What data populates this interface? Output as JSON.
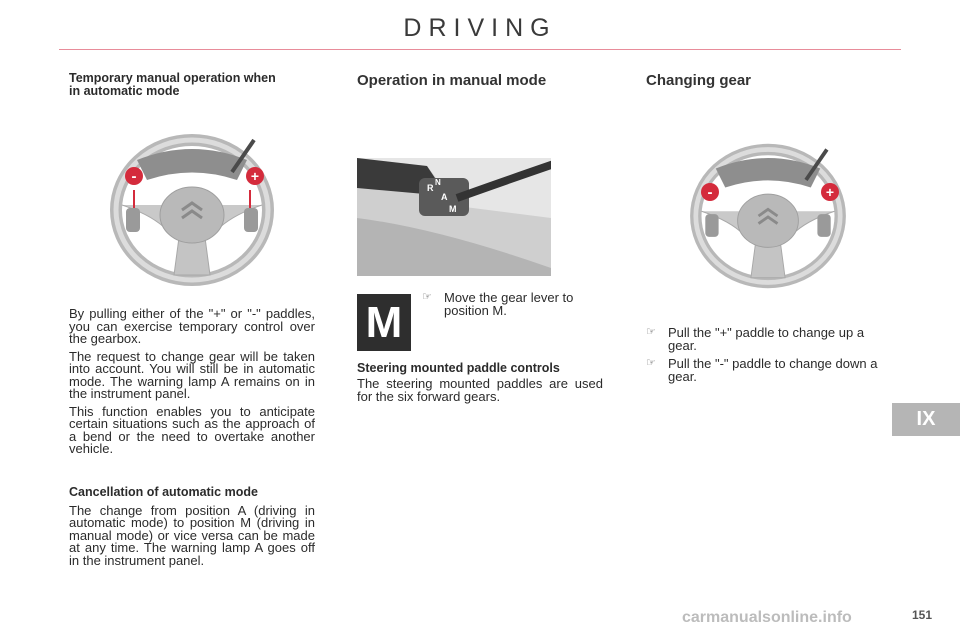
{
  "header": {
    "title": "DRIVING"
  },
  "col1": {
    "heading": "Temporary manual operation when in automatic mode",
    "para1": "By pulling either of the \"+\" or \"-\" paddles, you can exercise temporary control over the gearbox.",
    "para2": "The request to change gear will be taken into account. You will still be in automatic mode. The warning lamp A remains on in the instrument panel.",
    "para3": "This function enables you to anticipate certain situations such as the approach of a bend or the need to overtake another vehicle.",
    "cancel_heading": "Cancellation of automatic mode",
    "cancel_text": "The change from position A (driving in automatic mode) to position M (driving in manual mode) or vice versa can be made at any time. The warning lamp A goes off in the instrument panel."
  },
  "col2": {
    "heading": "Operation in manual mode",
    "m_label": "M",
    "bullet": "Move the gear lever to position M.",
    "subheading": "Steering mounted paddle controls",
    "text": "The steering mounted paddles are used for the six forward gears.",
    "lever_labels": [
      "R",
      "N",
      "A",
      "M"
    ]
  },
  "col3": {
    "heading": "Changing gear",
    "bullet1": "Pull the \"+\" paddle to change up a gear.",
    "bullet2": "Pull the \"-\" paddle to change down a gear."
  },
  "paddle_labels": {
    "minus": "-",
    "plus": "+"
  },
  "bullet_icon": "pointing-hand-icon",
  "side_tab": "IX",
  "page_number": "151",
  "watermark": "carmanualsonline.info",
  "colors": {
    "accent_rule": "#e88c9a",
    "paddle_red": "#d42b3c",
    "tab_gray": "#b5b5b5"
  }
}
